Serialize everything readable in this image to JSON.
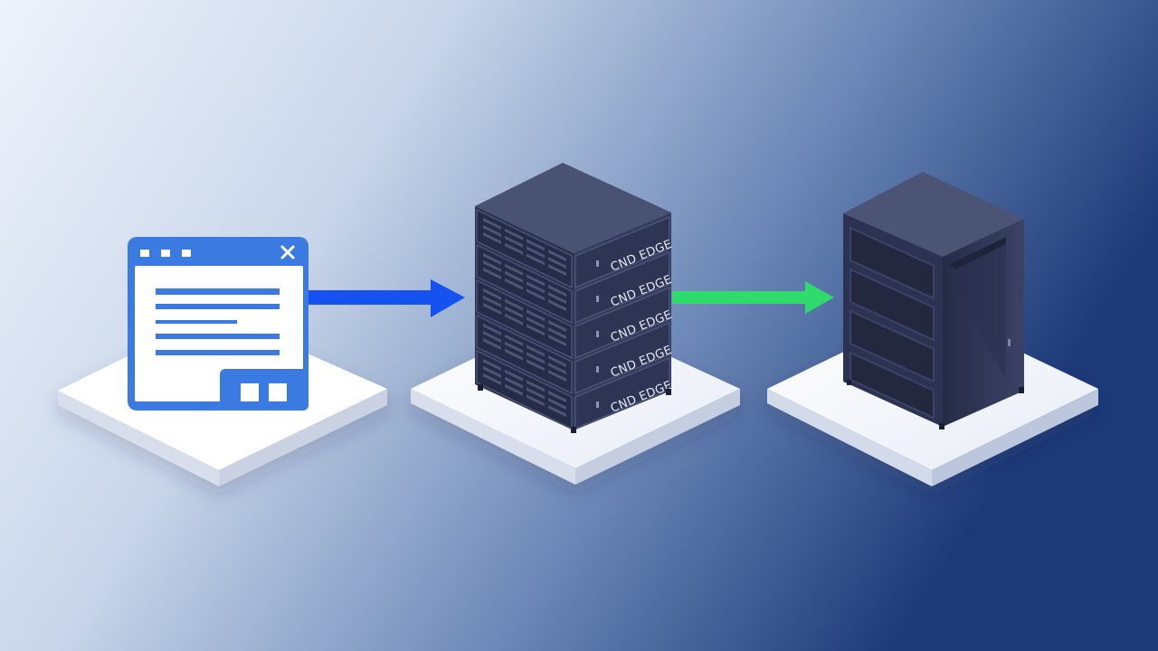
{
  "diagram": {
    "nodes": [
      {
        "id": "browser",
        "icon": "browser-window-icon"
      },
      {
        "id": "cdn-edge",
        "icon": "server-rack-icon",
        "units": [
          "CND EDGE",
          "CND EDGE",
          "CND EDGE",
          "CND EDGE",
          "CND EDGE"
        ]
      },
      {
        "id": "origin",
        "icon": "origin-server-icon"
      }
    ],
    "edges": [
      {
        "from": "browser",
        "to": "cdn-edge",
        "color": "#1652f0"
      },
      {
        "from": "cdn-edge",
        "to": "origin",
        "color": "#2fdb6c"
      }
    ],
    "colors": {
      "background_start": "#eef3fb",
      "background_end": "#1c3a78",
      "browser_blue": "#3b7ae0",
      "rack_dark": "#2a3050",
      "platform": "#f5f7fc"
    }
  }
}
